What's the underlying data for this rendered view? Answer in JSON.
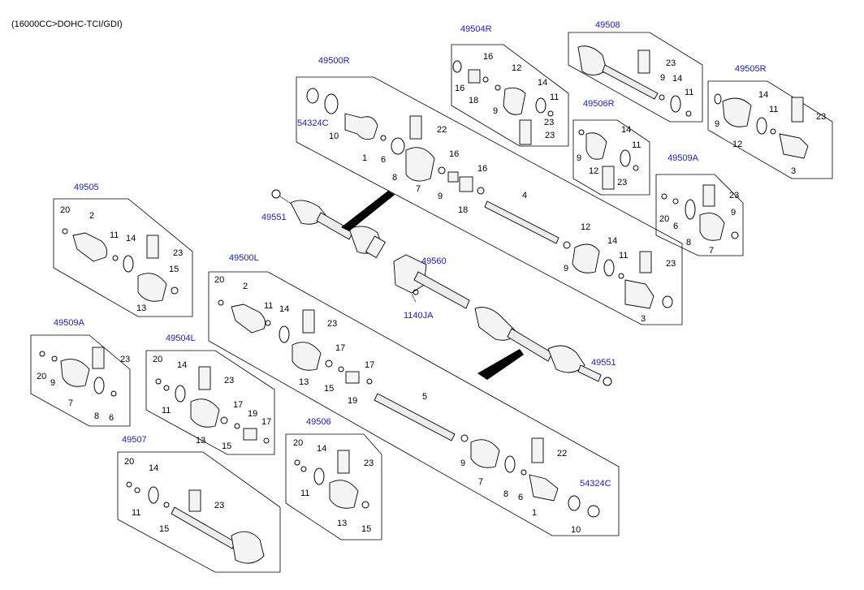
{
  "title": "(16000CC>DOHC-TCI/GDI)",
  "assemblies": {
    "a49500R": "49500R",
    "a49504R": "49504R",
    "a49508": "49508",
    "a49505R": "49505R",
    "a49506R": "49506R",
    "a49509A_r": "49509A",
    "a49505": "49505",
    "a49500L": "49500L",
    "a49560": "49560",
    "a49509A_l": "49509A",
    "a49504L": "49504L",
    "a49506": "49506",
    "a49507": "49507",
    "p54324C_r": "54324C",
    "p54324C_l": "54324C",
    "p49551_a": "49551",
    "p49551_b": "49551",
    "p1140JA": "1140JA"
  },
  "parts": {
    "n1": "1",
    "n2": "2",
    "n3": "3",
    "n4": "4",
    "n5": "5",
    "n6": "6",
    "n7": "7",
    "n8": "8",
    "n9": "9",
    "n10": "10",
    "n11": "11",
    "n12": "12",
    "n13": "13",
    "n14": "14",
    "n15": "15",
    "n16": "16",
    "n17": "17",
    "n18": "18",
    "n19": "19",
    "n20": "20",
    "n22": "22",
    "n23": "23"
  }
}
